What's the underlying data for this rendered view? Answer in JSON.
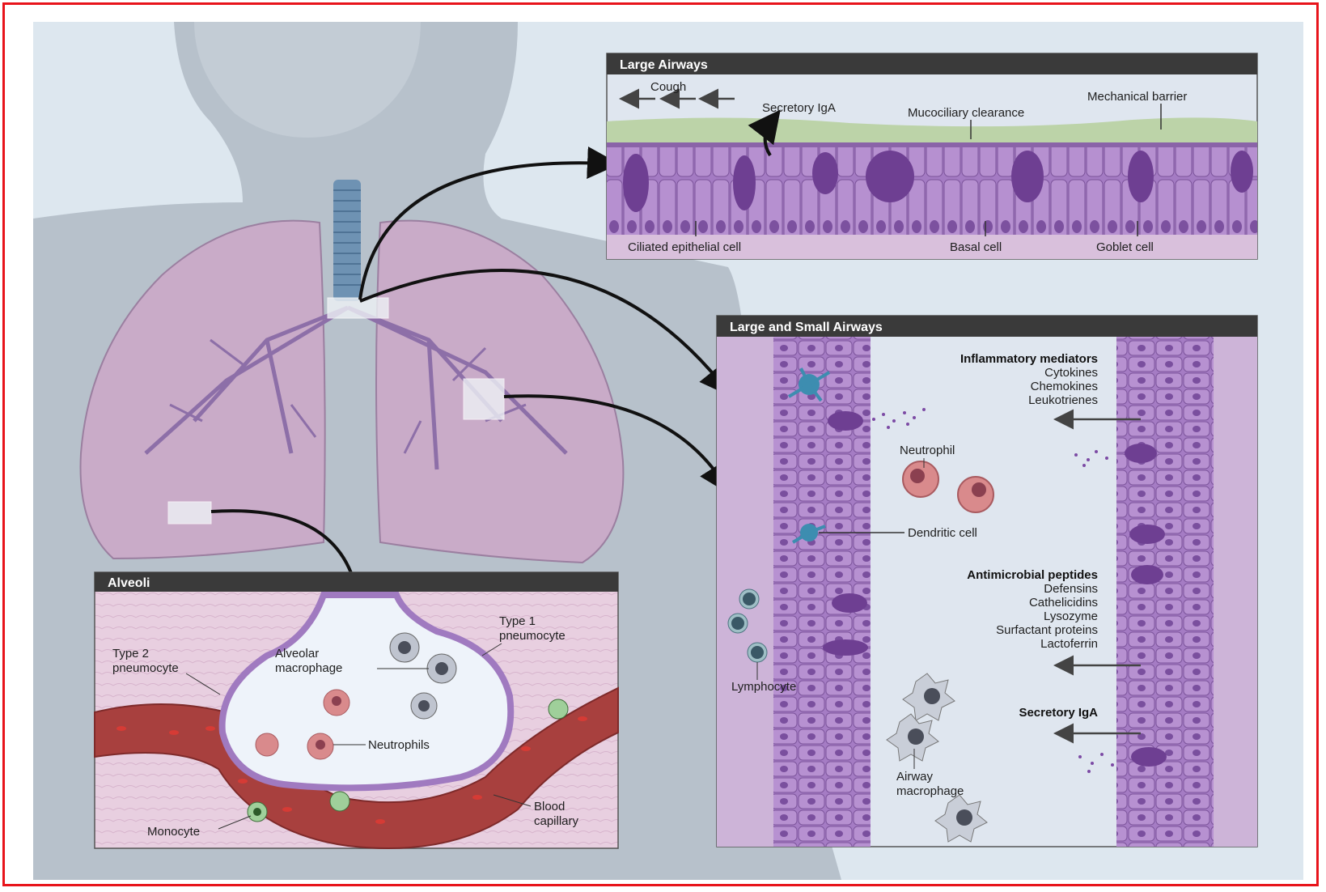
{
  "panels": {
    "large_airways": {
      "title": "Large Airways",
      "labels": {
        "cough": "Cough",
        "secretory_iga": "Secretory IgA",
        "mucociliary": "Mucociliary clearance",
        "mechanical": "Mechanical barrier",
        "ciliated": "Ciliated epithelial cell",
        "basal": "Basal cell",
        "goblet": "Goblet cell"
      }
    },
    "large_small_airways": {
      "title": "Large and Small Airways",
      "mediators_heading": "Inflammatory mediators",
      "mediators": [
        "Cytokines",
        "Chemokines",
        "Leukotrienes"
      ],
      "neutrophil": "Neutrophil",
      "dendritic": "Dendritic cell",
      "antimicrobial_heading": "Antimicrobial peptides",
      "antimicrobials": [
        "Defensins",
        "Cathelicidins",
        "Lysozyme",
        "Surfactant proteins",
        "Lactoferrin"
      ],
      "lymphocyte": "Lymphocyte",
      "secretory_iga": "Secretory IgA",
      "airway_macrophage_1": "Airway",
      "airway_macrophage_2": "macrophage"
    },
    "alveoli": {
      "title": "Alveoli",
      "type1_a": "Type 1",
      "type1_b": "pneumocyte",
      "type2_a": "Type 2",
      "type2_b": "pneumocyte",
      "alv_mac_a": "Alveolar",
      "alv_mac_b": "macrophage",
      "neutrophils": "Neutrophils",
      "blood_a": "Blood",
      "blood_b": "capillary",
      "monocyte": "Monocyte"
    }
  },
  "colors": {
    "frame": "#e8141b",
    "background": "#dde7ef",
    "lung": "#c9abc8",
    "epithelium": "#9a6fb8",
    "header_bar": "#3a3a3a",
    "capillary": "#a8403e"
  }
}
